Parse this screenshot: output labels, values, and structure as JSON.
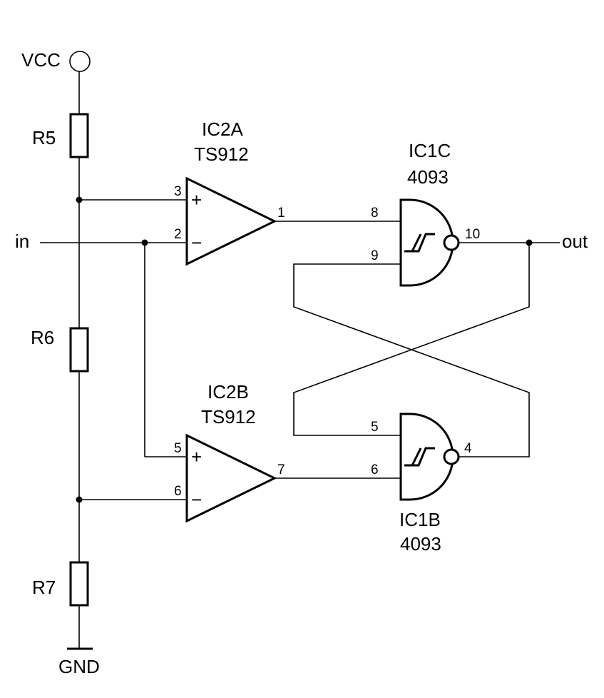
{
  "supply": {
    "vcc": "VCC",
    "gnd": "GND"
  },
  "resistors": {
    "r5": "R5",
    "r6": "R6",
    "r7": "R7"
  },
  "signals": {
    "input": "in",
    "output": "out"
  },
  "ic2a": {
    "ref": "IC2A",
    "part": "TS912",
    "pin_plus": "3",
    "pin_minus": "2",
    "pin_out": "1",
    "sign_plus": "+",
    "sign_minus": "−"
  },
  "ic2b": {
    "ref": "IC2B",
    "part": "TS912",
    "pin_plus": "5",
    "pin_minus": "6",
    "pin_out": "7",
    "sign_plus": "+",
    "sign_minus": "−"
  },
  "ic1c": {
    "ref": "IC1C",
    "part": "4093",
    "pin_a": "8",
    "pin_b": "9",
    "pin_out": "10"
  },
  "ic1b": {
    "ref": "IC1B",
    "part": "4093",
    "pin_a": "5",
    "pin_b": "6",
    "pin_out": "4"
  }
}
